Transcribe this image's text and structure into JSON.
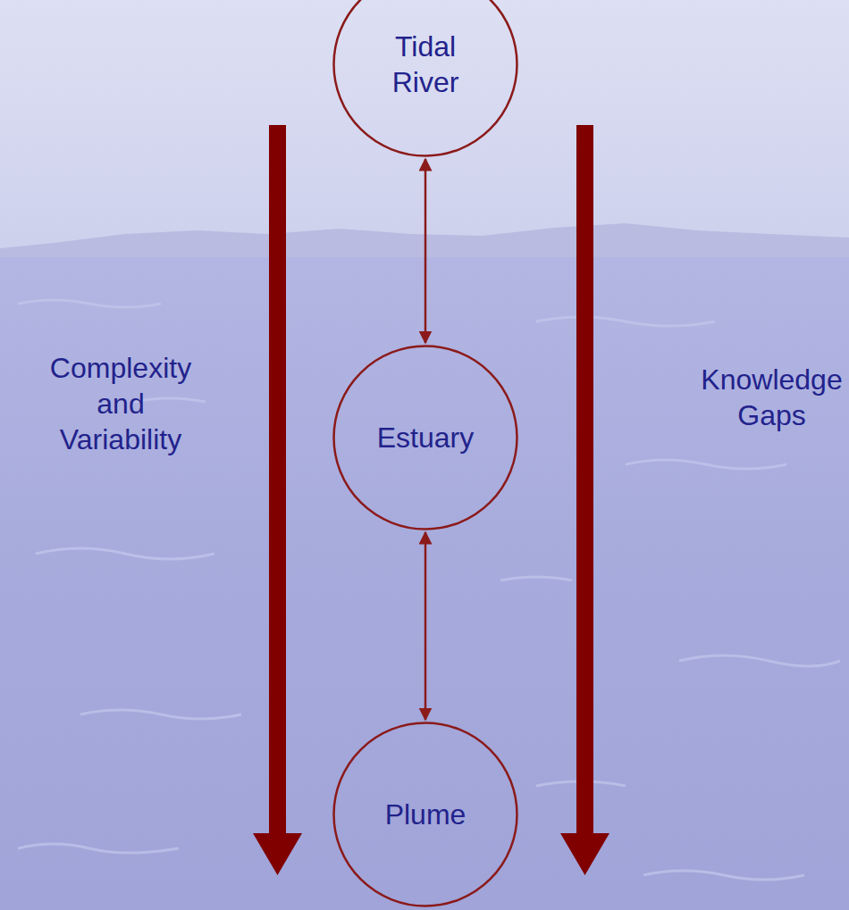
{
  "diagram": {
    "nodes": [
      {
        "text": [
          "Tidal River"
        ]
      },
      {
        "text": [
          "Estuary"
        ]
      },
      {
        "text": [
          "Plume"
        ]
      }
    ],
    "edges": [
      {
        "from": 0,
        "to": 1,
        "arrow": "both"
      },
      {
        "from": 1,
        "to": 2,
        "arrow": "both"
      }
    ],
    "labels": [
      "Complexity and Variability",
      "Knowledge Gaps"
    ]
  }
}
